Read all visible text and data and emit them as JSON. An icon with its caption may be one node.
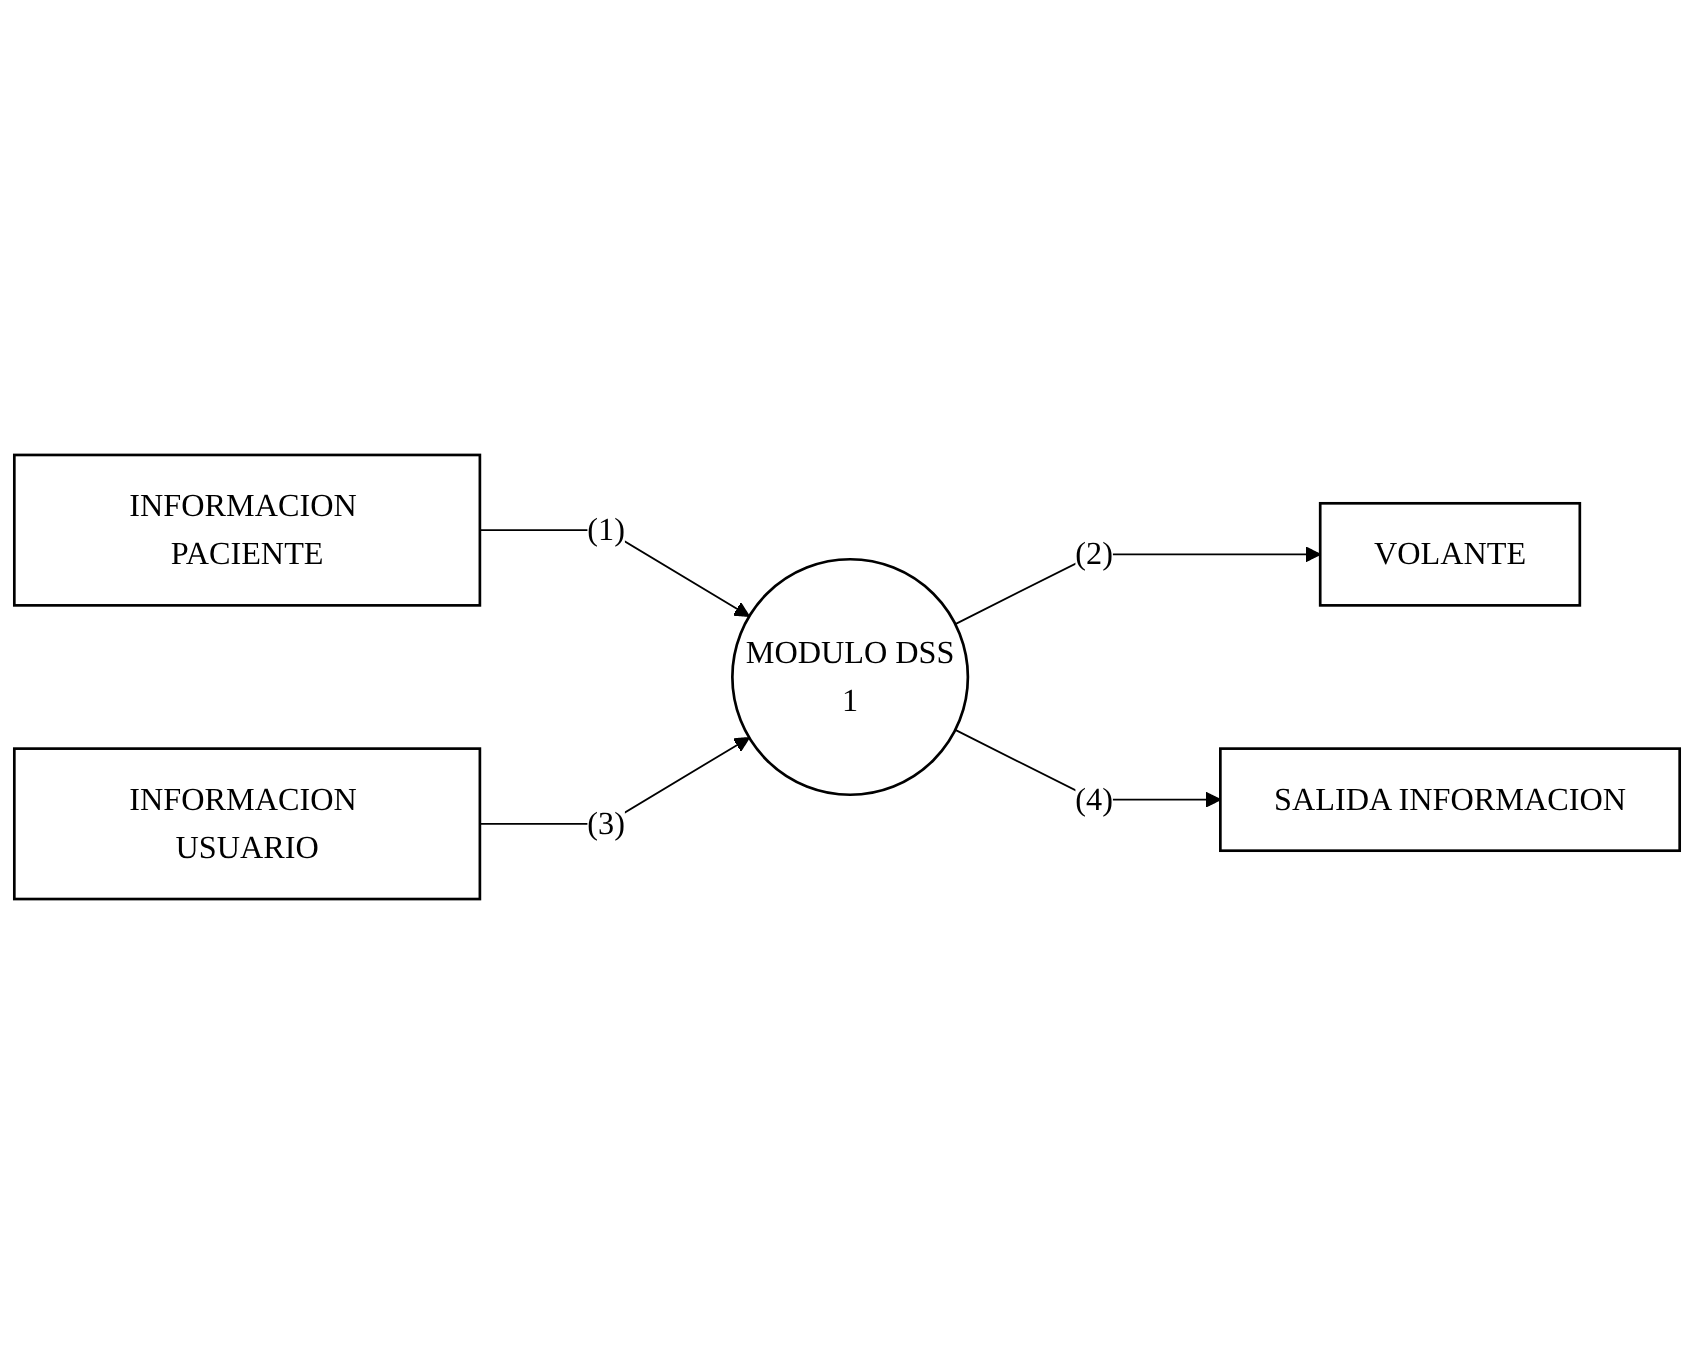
{
  "diagram": {
    "nodes": [
      {
        "text": [
          "INFORMACION PACIENTE"
        ]
      },
      {
        "text": [
          "VOLANTE"
        ]
      },
      {
        "text": [
          "MODULO DSS",
          "1"
        ]
      },
      {
        "text": [
          "INFORMACION USUARIO"
        ]
      },
      {
        "text": [
          "SALIDA INFORMACION"
        ]
      }
    ],
    "edges": [
      {
        "from": 0,
        "to": 2,
        "arrow": "to",
        "label": "(1)"
      },
      {
        "from": 2,
        "to": 1,
        "arrow": "to",
        "label": "(2)"
      },
      {
        "from": 3,
        "to": 2,
        "arrow": "to",
        "label": "(3)"
      },
      {
        "from": 2,
        "to": 4,
        "arrow": "to",
        "label": "(4)"
      }
    ]
  }
}
